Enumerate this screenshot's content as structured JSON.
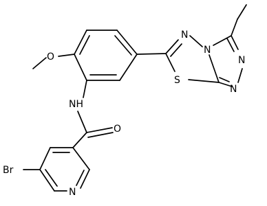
{
  "atom_labels": {
    "br": "Br",
    "n_pyridine": "N",
    "o_carbonyl": "O",
    "nh": "NH",
    "o_methoxy": "O",
    "n_thiadiazole": "N",
    "s_thiadiazole": "S",
    "n_bridgehead": "N",
    "n_triazole_upper": "N",
    "n_triazole_lower": "N"
  }
}
